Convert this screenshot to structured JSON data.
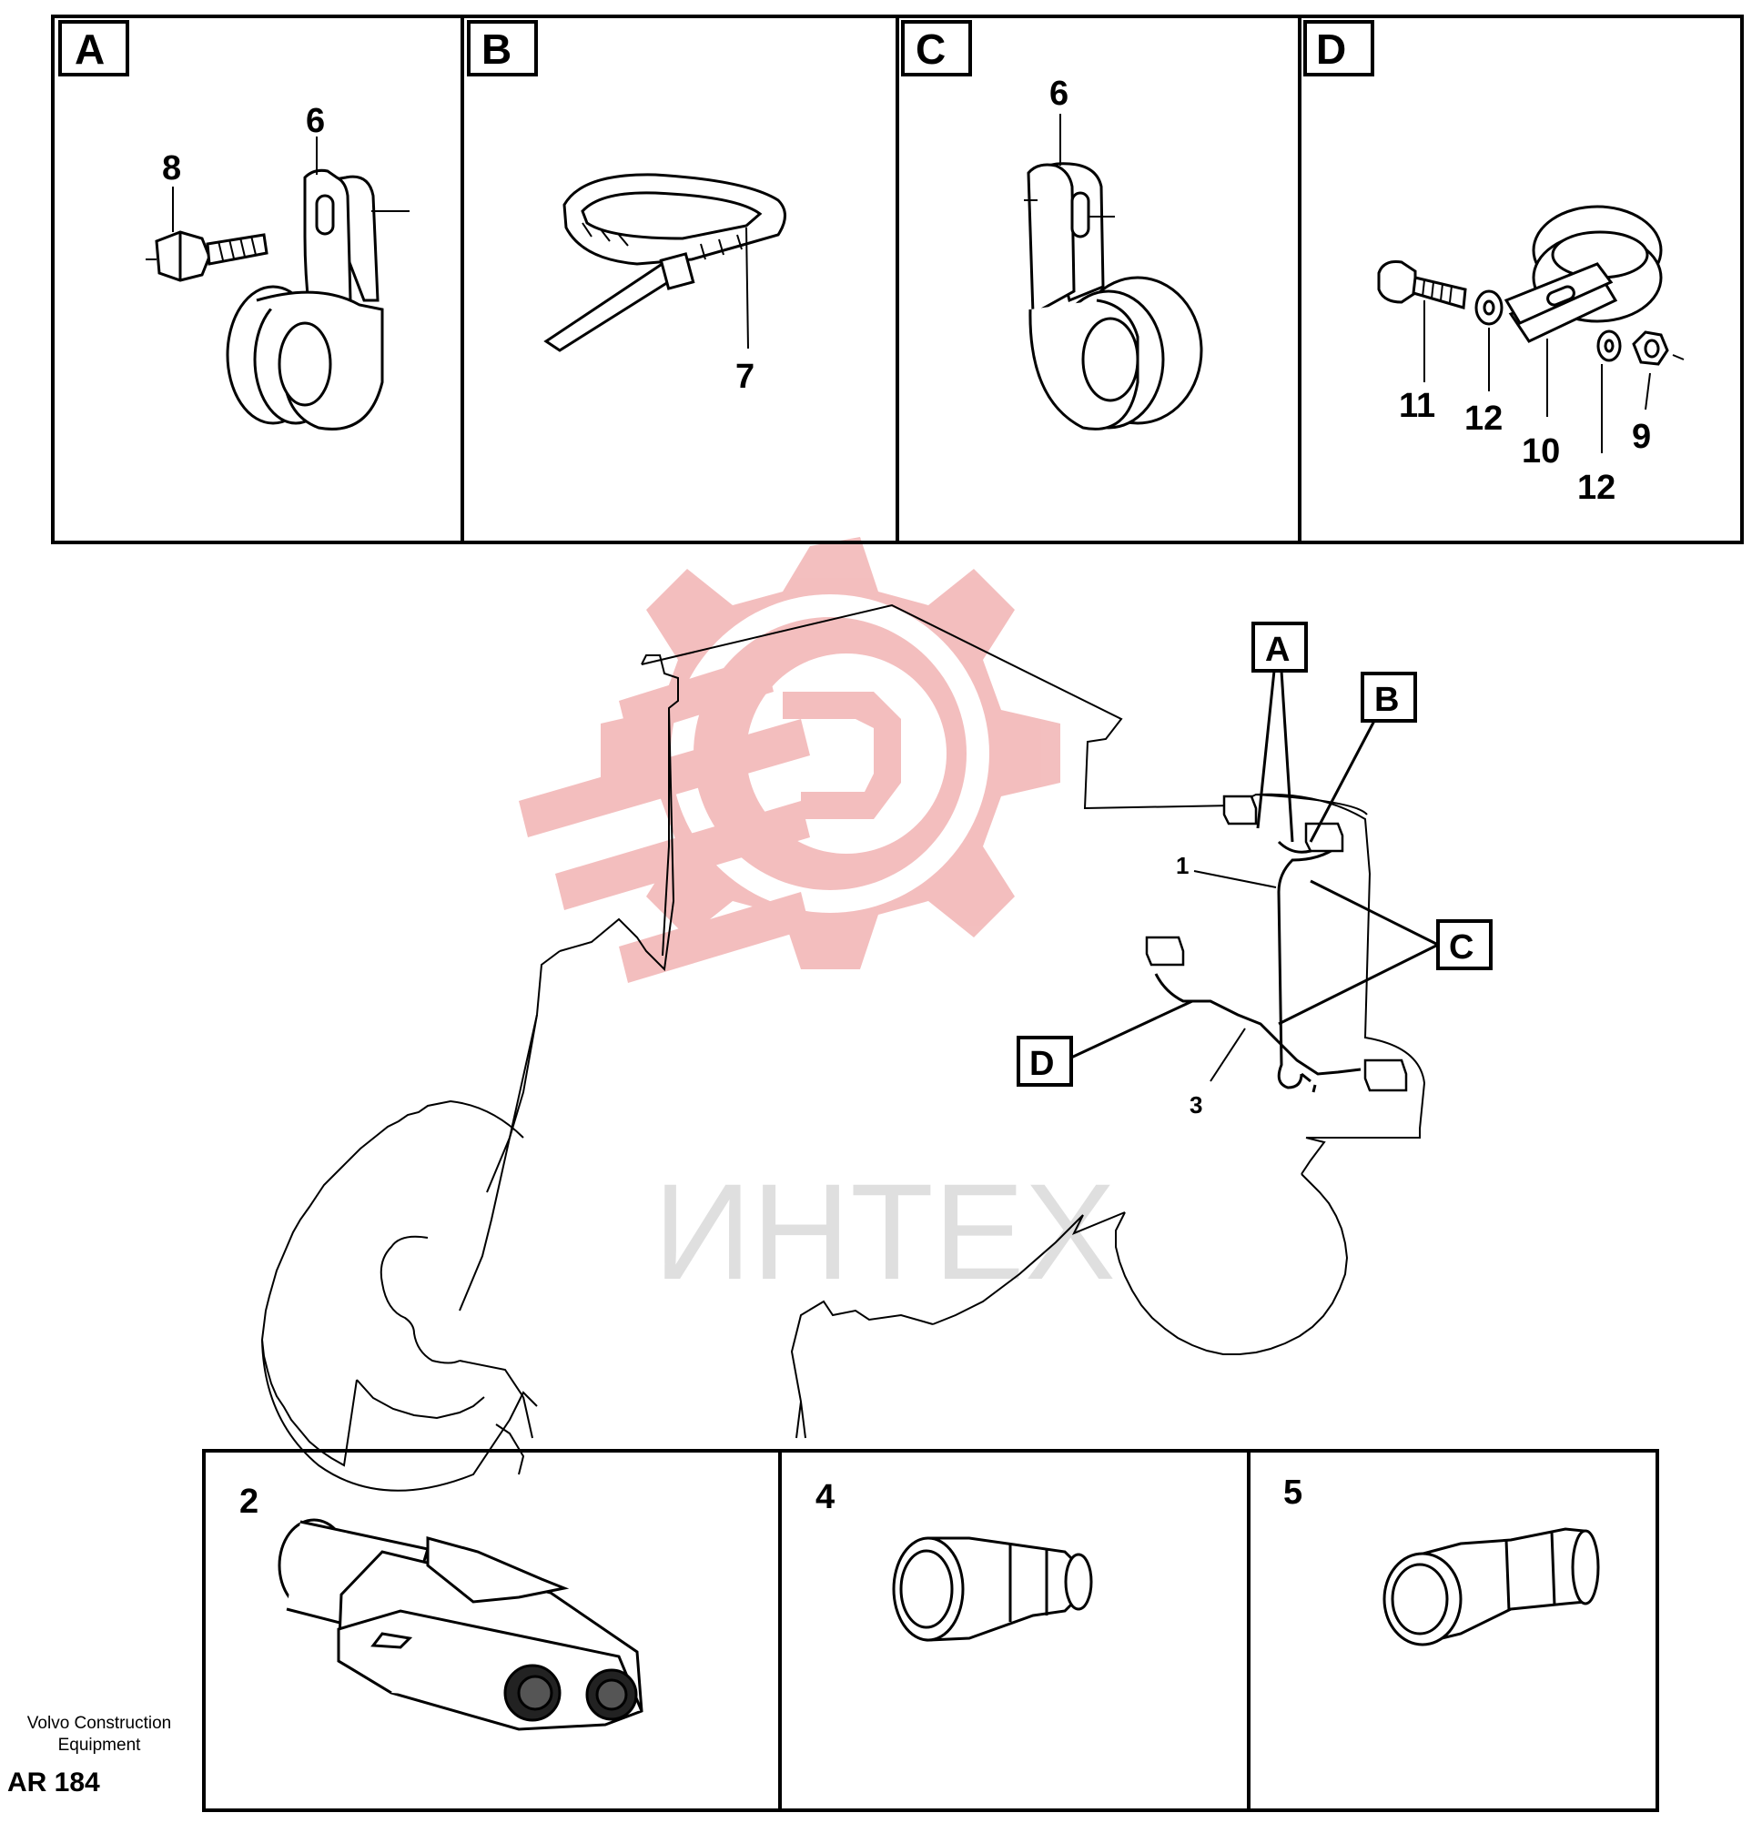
{
  "detail_panels": [
    {
      "letter": "A",
      "callouts": [
        "8",
        "6"
      ]
    },
    {
      "letter": "B",
      "callouts": [
        "7"
      ]
    },
    {
      "letter": "C",
      "callouts": [
        "6"
      ]
    },
    {
      "letter": "D",
      "callouts": [
        "11",
        "12",
        "10",
        "12",
        "9"
      ]
    }
  ],
  "main_view": {
    "view_markers": [
      "A",
      "B",
      "C",
      "D"
    ],
    "callouts": [
      "1",
      "3"
    ]
  },
  "part_panels": [
    {
      "number": "2"
    },
    {
      "number": "4"
    },
    {
      "number": "5"
    }
  ],
  "watermark": {
    "text": "ИНТЕХ",
    "color": "#f2b8b8"
  },
  "credit": {
    "name_line1": "Volvo Construction",
    "name_line2": "Equipment",
    "drawing_code": "AR 184"
  }
}
